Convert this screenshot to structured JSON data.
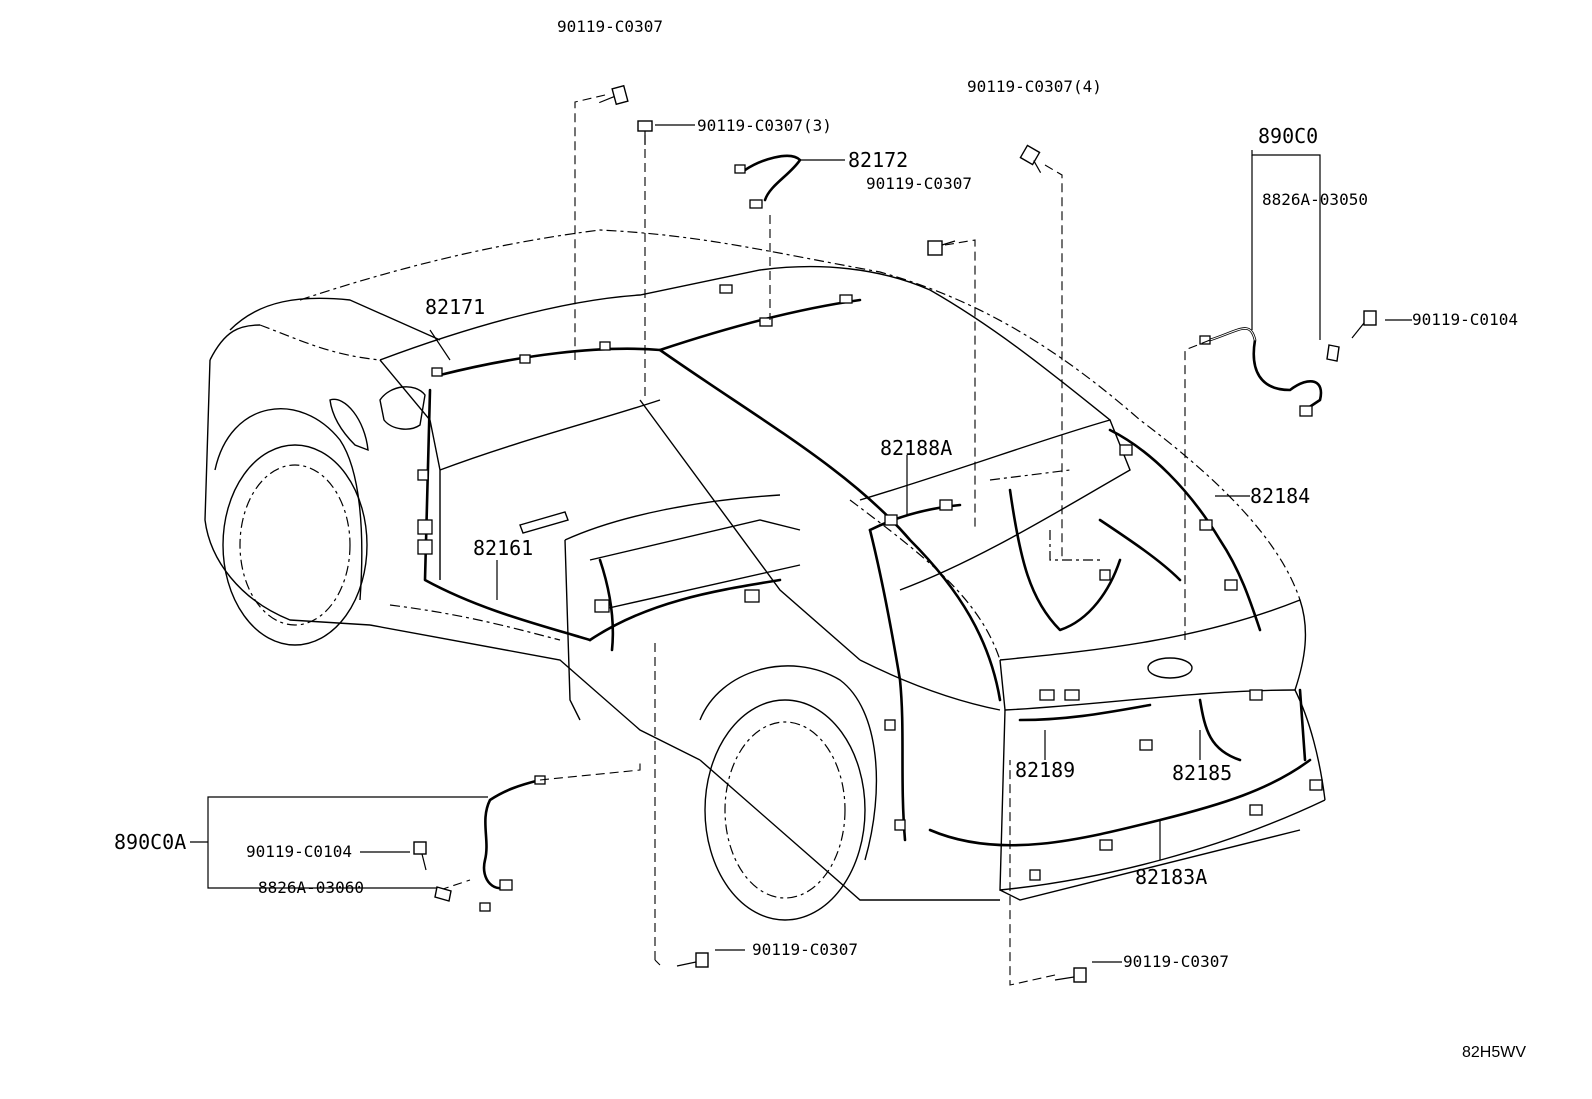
{
  "diagram_code": "82H5WV",
  "labels": {
    "bolt_top_left": "90119-C0307",
    "bolt_top_left_3": "90119-C0307(3)",
    "harness_82172": "82172",
    "bolt_center": "90119-C0307",
    "bolt_top_right_4": "90119-C0307(4)",
    "sensor_890c0": "890C0",
    "bracket_8826a_03050": "8826A-03050",
    "bolt_c0104_right": "90119-C0104",
    "harness_82171": "82171",
    "harness_82188a": "82188A",
    "harness_82184": "82184",
    "harness_82161": "82161",
    "harness_82189": "82189",
    "harness_82185": "82185",
    "harness_82183a": "82183A",
    "sensor_890c0a": "890C0A",
    "bolt_c0104_left": "90119-C0104",
    "bracket_8826a_03060": "8826A-03060",
    "bolt_bottom_center": "90119-C0307",
    "bolt_bottom_right": "90119-C0307"
  }
}
